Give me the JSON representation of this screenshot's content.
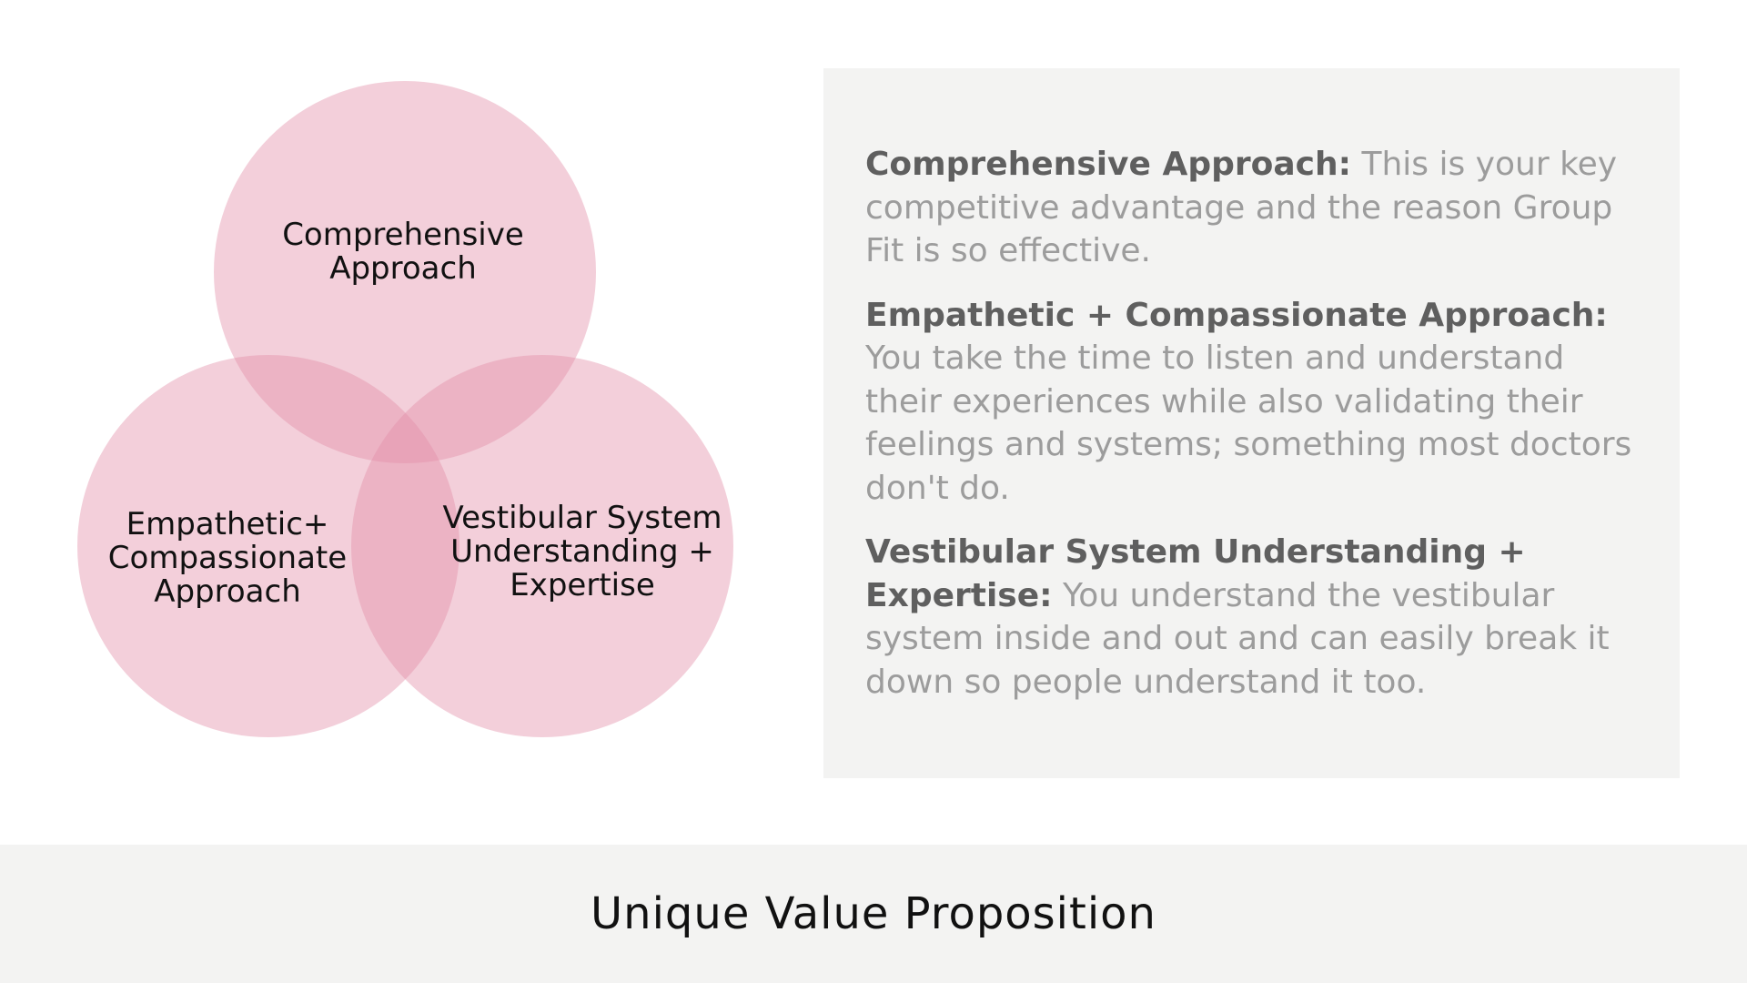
{
  "venn": {
    "circle_color": "#e28ca8",
    "labels": {
      "top": "Comprehensive\nApproach",
      "left": "Empathetic+\nCompassionate\nApproach",
      "right": "Vestibular System\nUnderstanding +\nExpertise"
    }
  },
  "info": {
    "items": [
      {
        "term": "Comprehensive Approach:",
        "desc": "This is your key competitive advantage and the reason Group Fit is so effective."
      },
      {
        "term": "Empathetic + Compassionate Approach:",
        "desc": "You take the time to listen and understand their experiences while also validating their feelings and systems; something most doctors don't do."
      },
      {
        "term": "Vestibular System Understanding + Expertise:",
        "desc": "You understand the vestibular system inside and out and can easily break it down so people understand it too."
      }
    ]
  },
  "footer": {
    "title": "Unique Value Proposition"
  },
  "colors": {
    "panel_background": "#f3f3f2",
    "term_text": "#5f5f5f",
    "desc_text": "#9c9c9c"
  }
}
